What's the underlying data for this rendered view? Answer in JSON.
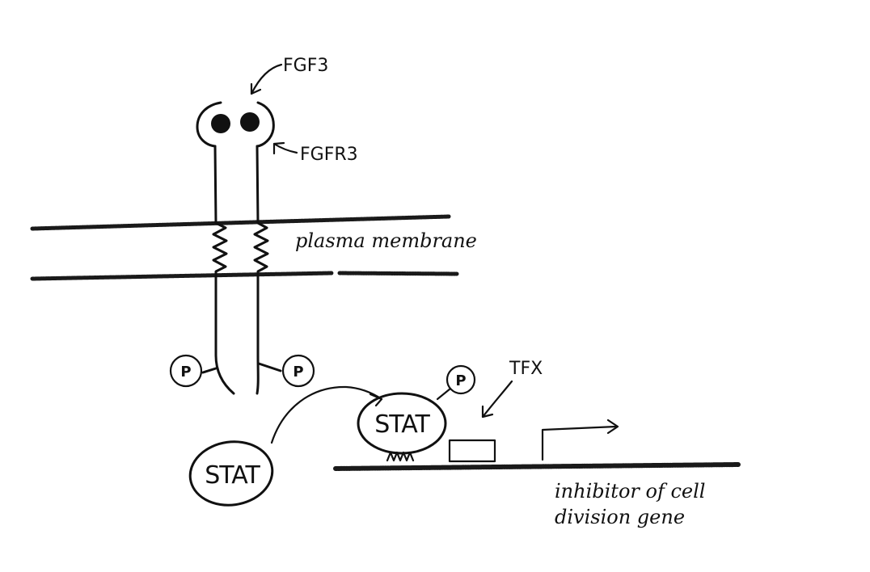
{
  "labels": {
    "ligand": "FGF3",
    "receptor": "FGFR3",
    "membrane": "plasma membrane",
    "transcription_factor": "TFX",
    "gene_line1": "inhibitor of cell",
    "gene_line2": "division gene"
  },
  "molecules": {
    "stat_unbound": "STAT",
    "stat_bound": "STAT",
    "phosphate": "P"
  },
  "colors": {
    "ink": "#111111",
    "background": "#ffffff"
  }
}
